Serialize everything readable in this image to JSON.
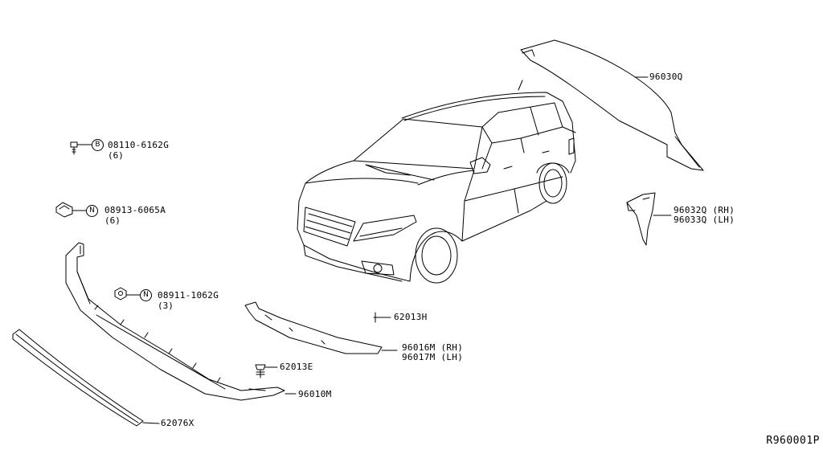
{
  "diagram": {
    "reference_code": "R960001P",
    "parts": {
      "spoiler_rear": "96030Q",
      "finisher_rh_lh": [
        "96032Q (RH)",
        "96033Q (LH)"
      ],
      "bolt": {
        "prefix": "B",
        "code": "08110-6162G",
        "qty": "(6)"
      },
      "nut_1": {
        "prefix": "N",
        "code": "08913-6065A",
        "qty": "(6)"
      },
      "nut_2": {
        "prefix": "N",
        "code": "08911-1062G",
        "qty": "(3)"
      },
      "clip_h": "62013H",
      "deflector_rh_lh": [
        "96016M (RH)",
        "96017M (LH)"
      ],
      "clip_e": "62013E",
      "front_spoiler": "96010M",
      "front_strip": "62076X"
    }
  }
}
